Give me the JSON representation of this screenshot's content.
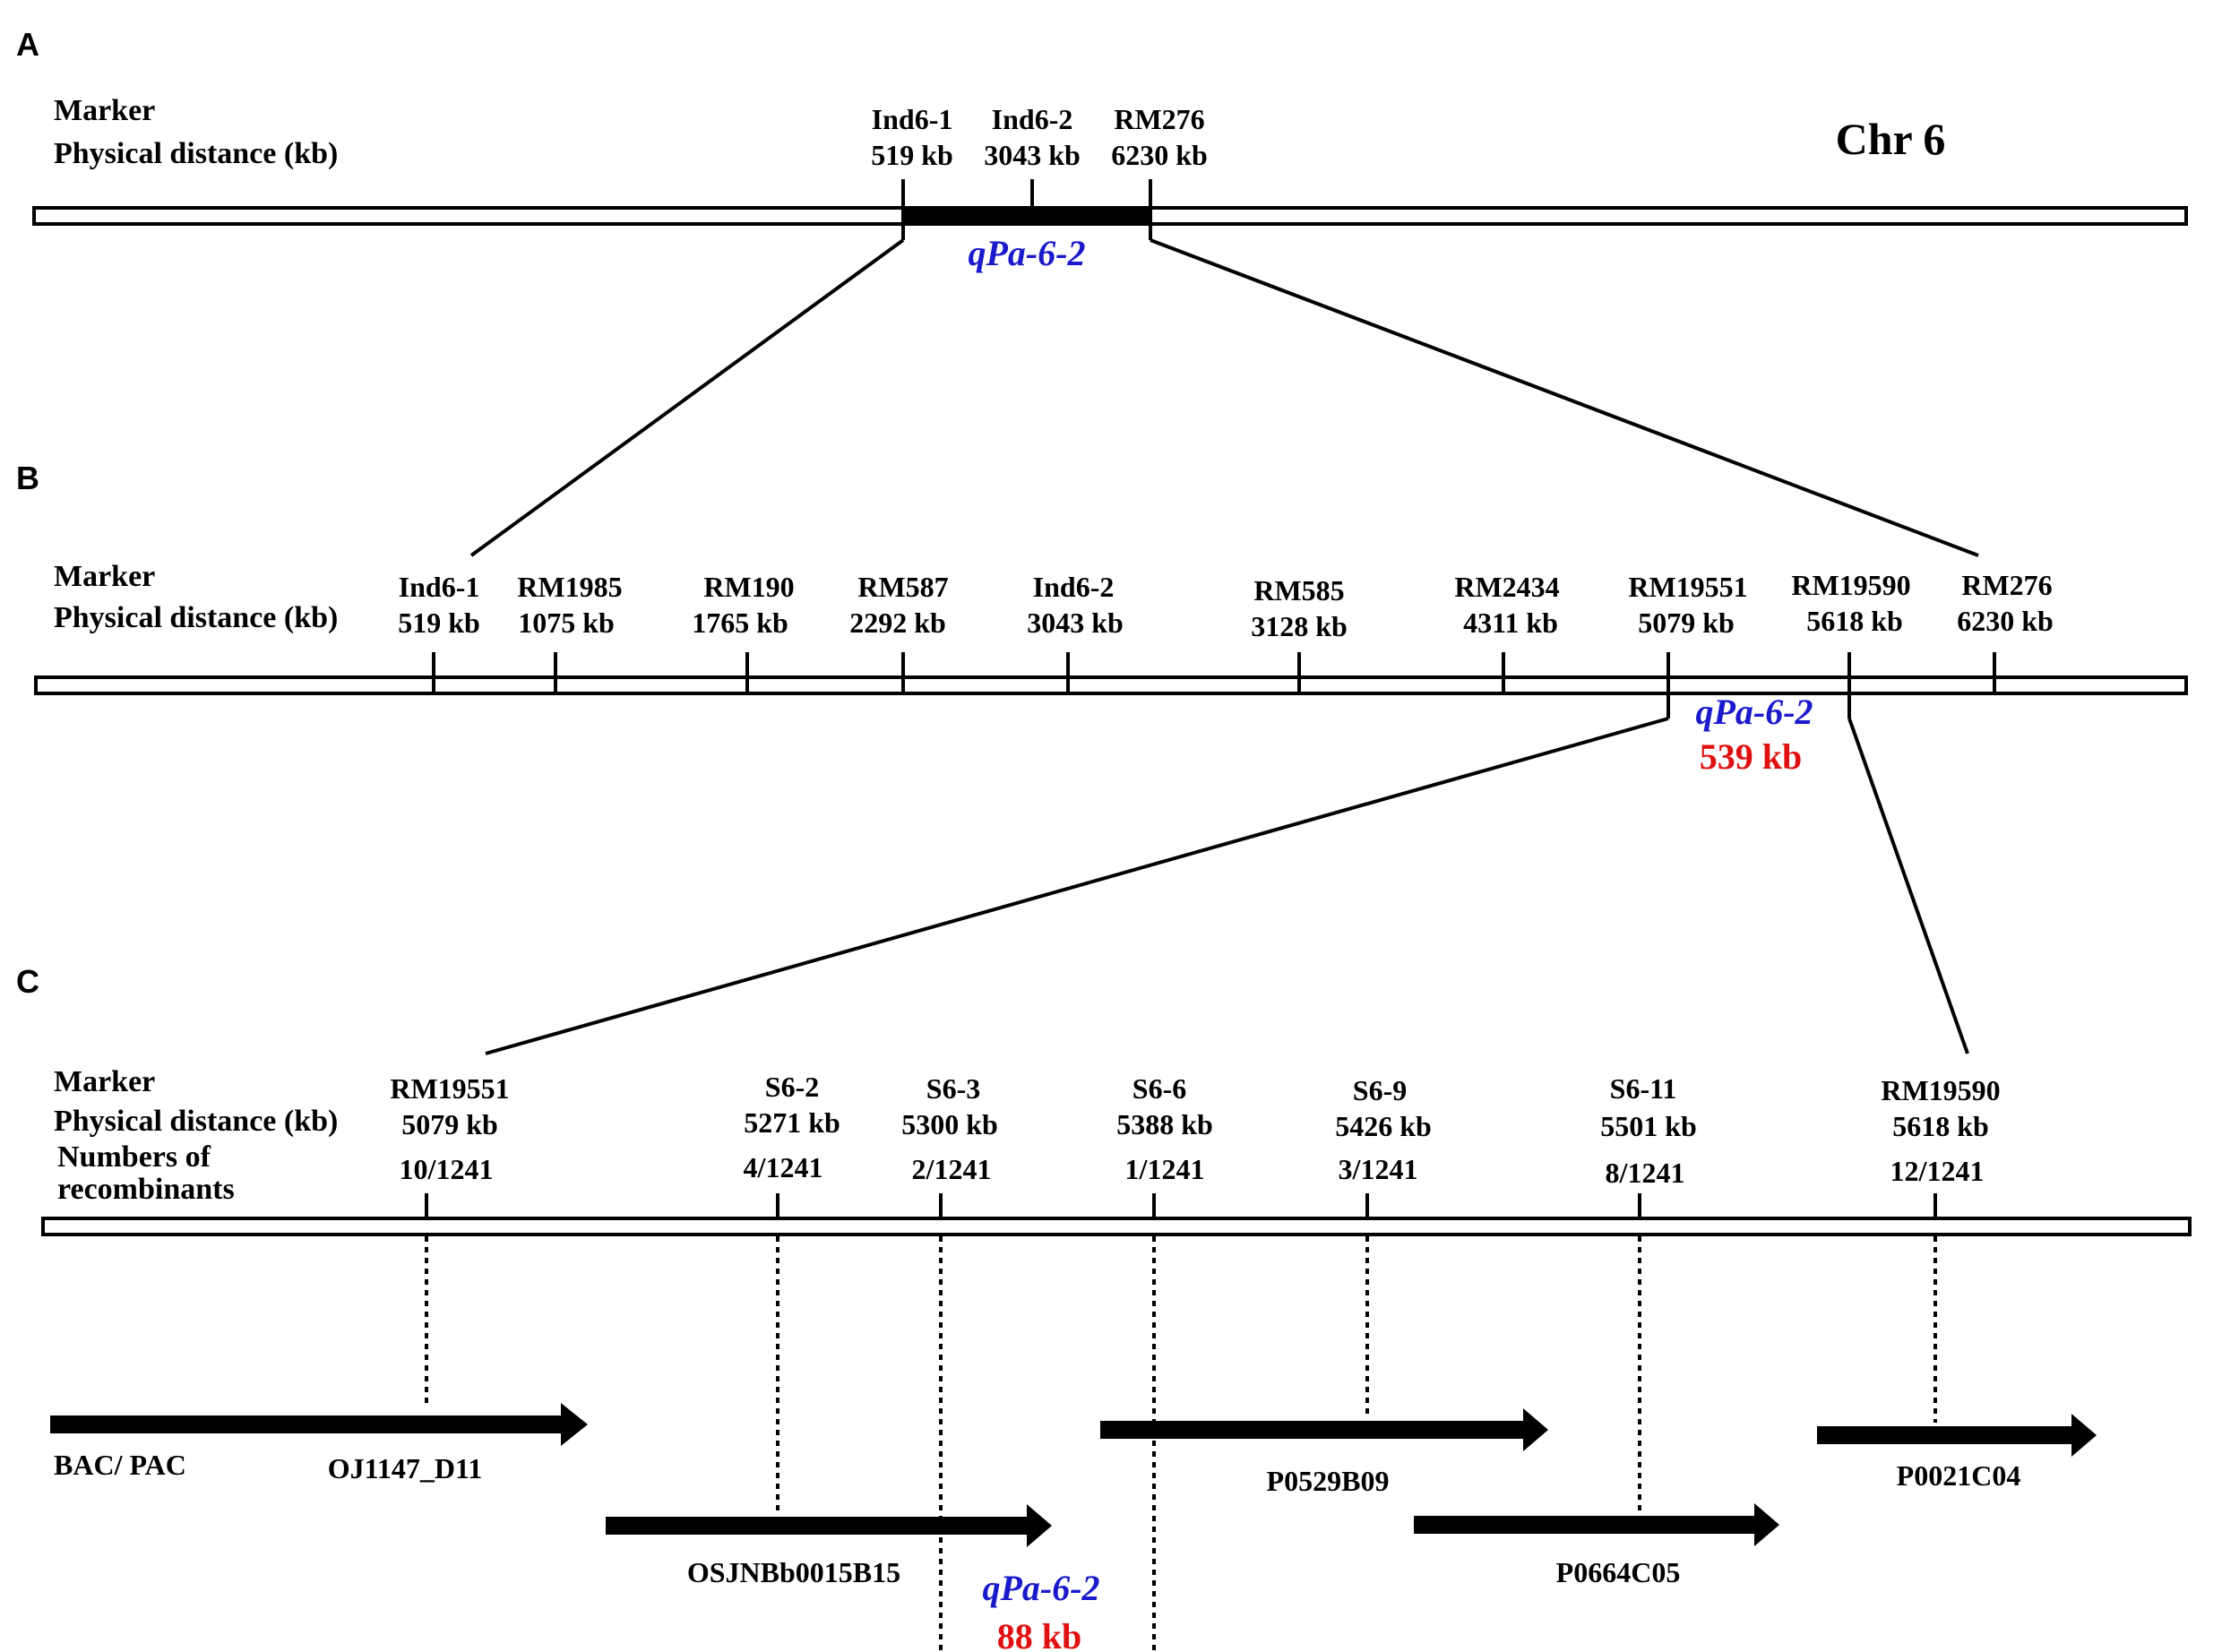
{
  "header": {
    "marker_label": "Marker",
    "distance_label": "Physical distance (kb)",
    "recomb_label_1": "Numbers  of",
    "recomb_label_2": "recombinants"
  },
  "panel_a": {
    "letter": "A",
    "chromosome": "Chr 6",
    "markers": [
      {
        "name": "Ind6-1",
        "pos": "519 kb"
      },
      {
        "name": "Ind6-2",
        "pos": "3043 kb"
      },
      {
        "name": "RM276",
        "pos": "6230 kb"
      }
    ],
    "qtl": "qPa-6-2"
  },
  "panel_b": {
    "letter": "B",
    "markers": [
      {
        "name": "Ind6-1",
        "pos": "519 kb"
      },
      {
        "name": "RM1985",
        "pos": "1075 kb"
      },
      {
        "name": "RM190",
        "pos": "1765 kb"
      },
      {
        "name": "RM587",
        "pos": "2292 kb"
      },
      {
        "name": "Ind6-2",
        "pos": "3043 kb"
      },
      {
        "name": "RM585",
        "pos": "3128 kb"
      },
      {
        "name": "RM2434",
        "pos": "4311 kb"
      },
      {
        "name": "RM19551",
        "pos": "5079 kb"
      },
      {
        "name": "RM19590",
        "pos": "5618 kb"
      },
      {
        "name": "RM276",
        "pos": "6230 kb"
      }
    ],
    "qtl": "qPa-6-2",
    "interval": "539 kb"
  },
  "panel_c": {
    "letter": "C",
    "markers": [
      {
        "name": "RM19551",
        "pos": "5079 kb",
        "recomb": "10/1241"
      },
      {
        "name": "S6-2",
        "pos": "5271 kb",
        "recomb": "4/1241"
      },
      {
        "name": "S6-3",
        "pos": "5300 kb",
        "recomb": "2/1241"
      },
      {
        "name": "S6-6",
        "pos": "5388 kb",
        "recomb": "1/1241"
      },
      {
        "name": "S6-9",
        "pos": "5426 kb",
        "recomb": "3/1241"
      },
      {
        "name": "S6-11",
        "pos": "5501 kb",
        "recomb": "8/1241"
      },
      {
        "name": "RM19590",
        "pos": "5618 kb",
        "recomb": "12/1241"
      }
    ],
    "clone_label": "BAC/ PAC",
    "clones": [
      "OJ1147_D11",
      "OSJNBb0015B15",
      "P0529B09",
      "P0664C05",
      "P0021C04"
    ],
    "qtl": "qPa-6-2",
    "interval": "88 kb"
  },
  "colors": {
    "qtl": "#1a1acc",
    "interval": "#e01010",
    "line": "#000000"
  }
}
